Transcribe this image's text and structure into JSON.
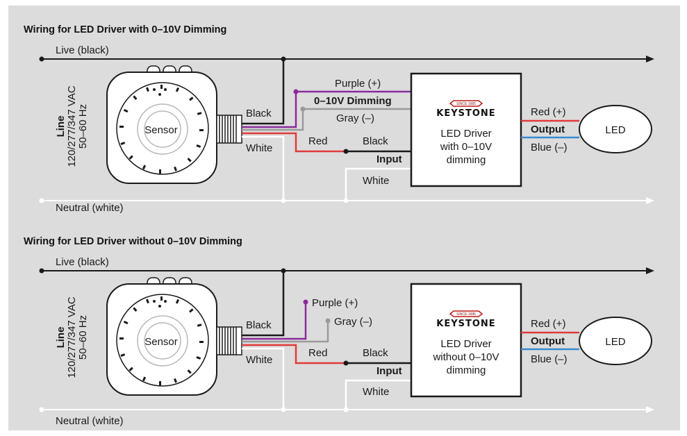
{
  "colors": {
    "panel": "#dcdcdc",
    "black_wire": "#1a1a1a",
    "white_wire": "#ffffff",
    "red_wire": "#e03a3a",
    "purple_wire": "#8a2a9a",
    "gray_wire": "#9a9a9a",
    "blue_wire": "#3a8ad0",
    "keystone_red": "#c01818"
  },
  "diagrams": [
    {
      "title": "Wiring for LED Driver with 0–10V Dimming",
      "live_label": "Live (black)",
      "neutral_label": "Neutral (white)",
      "line_bold": "Line",
      "line_voltage": "120/277/347 VAC",
      "line_freq": "50–60 Hz",
      "sensor_label": "Sensor",
      "sensor_black": "Black",
      "sensor_white": "White",
      "purple_label": "Purple (+)",
      "dimming_label": "0–10V Dimming",
      "gray_label": "Gray (–)",
      "red_label": "Red",
      "black_label": "Black",
      "input_label": "Input",
      "white_label": "White",
      "brand": "KEYSTONE",
      "brand_since": "SINCE 1985",
      "driver_line1": "LED Driver",
      "driver_line2": "with 0–10V",
      "driver_line3": "dimming",
      "red_plus": "Red (+)",
      "output_label": "Output",
      "blue_minus": "Blue (–)",
      "led_label": "LED"
    },
    {
      "title": "Wiring for LED Driver without 0–10V Dimming",
      "live_label": "Live (black)",
      "neutral_label": "Neutral (white)",
      "line_bold": "Line",
      "line_voltage": "120/277/347 VAC",
      "line_freq": "50–60 Hz",
      "sensor_label": "Sensor",
      "sensor_black": "Black",
      "sensor_white": "White",
      "purple_label": "Purple (+)",
      "gray_label": "Gray (–)",
      "red_label": "Red",
      "black_label": "Black",
      "input_label": "Input",
      "white_label": "White",
      "brand": "KEYSTONE",
      "brand_since": "SINCE 1985",
      "driver_line1": "LED Driver",
      "driver_line2": "without 0–10V",
      "driver_line3": "dimming",
      "red_plus": "Red (+)",
      "output_label": "Output",
      "blue_minus": "Blue (–)",
      "led_label": "LED"
    }
  ]
}
